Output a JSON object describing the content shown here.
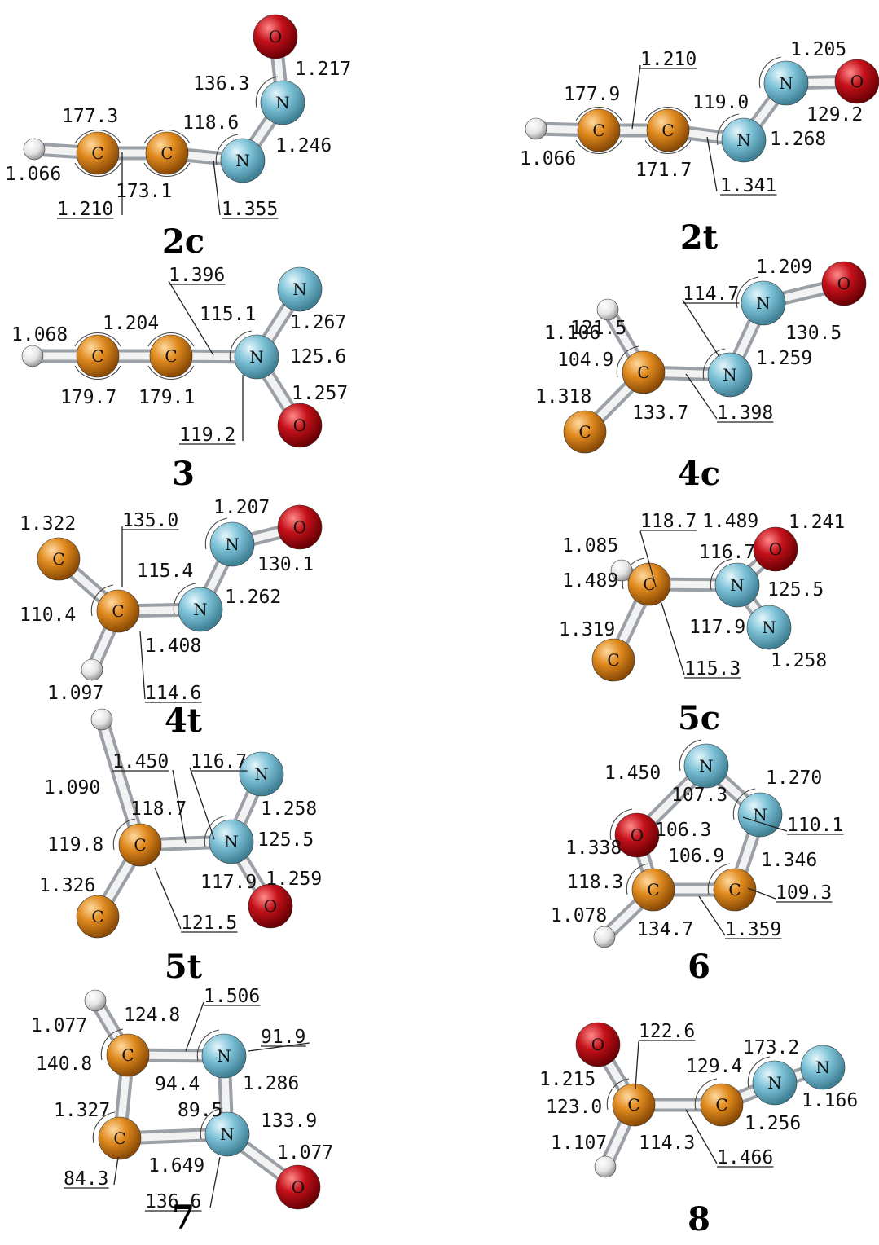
{
  "colors": {
    "C": "#e08a1e",
    "N": "#7fc3d8",
    "O": "#c4111a",
    "H": "#e8e8e8"
  },
  "molecules": [
    {
      "name": "2c",
      "labels": [
        "177.3",
        "1.066",
        "173.1",
        "1.210",
        "118.6",
        "1.355",
        "136.3",
        "1.217",
        "1.246"
      ]
    },
    {
      "name": "2t",
      "labels": [
        "177.9",
        "1.066",
        "1.210",
        "171.7",
        "119.0",
        "1.341",
        "1.205",
        "129.2",
        "1.268"
      ]
    },
    {
      "name": "3",
      "labels": [
        "1.068",
        "1.204",
        "179.7",
        "179.1",
        "1.396",
        "115.1",
        "1.267",
        "125.6",
        "1.257",
        "119.2"
      ]
    },
    {
      "name": "4c",
      "labels": [
        "1.106",
        "121.5",
        "104.9",
        "1.318",
        "133.7",
        "1.398",
        "114.7",
        "1.209",
        "130.5",
        "1.259"
      ]
    },
    {
      "name": "4t",
      "labels": [
        "1.322",
        "135.0",
        "1.207",
        "110.4",
        "115.4",
        "130.1",
        "1.262",
        "1.408",
        "1.097",
        "114.6"
      ]
    },
    {
      "name": "5c",
      "labels": [
        "118.7",
        "1.489",
        "1.241",
        "1.085",
        "116.7",
        "1.489",
        "125.5",
        "1.319",
        "117.9",
        "115.3",
        "1.258"
      ]
    },
    {
      "name": "5t",
      "labels": [
        "1.450",
        "116.7",
        "1.090",
        "118.7",
        "1.258",
        "119.8",
        "125.5",
        "1.326",
        "117.9",
        "1.259",
        "121.5"
      ]
    },
    {
      "name": "6",
      "labels": [
        "1.450",
        "1.270",
        "107.3",
        "106.3",
        "110.1",
        "1.338",
        "106.9",
        "1.346",
        "118.3",
        "109.3",
        "1.078",
        "134.7",
        "1.359"
      ]
    },
    {
      "name": "7",
      "labels": [
        "1.077",
        "124.8",
        "1.506",
        "91.9",
        "140.8",
        "94.4",
        "1.286",
        "1.327",
        "89.5",
        "133.9",
        "1.077",
        "84.3",
        "1.649",
        "136.6"
      ]
    },
    {
      "name": "8",
      "labels": [
        "122.6",
        "173.2",
        "1.215",
        "129.4",
        "123.0",
        "1.166",
        "1.256",
        "1.107",
        "114.3",
        "1.466"
      ]
    }
  ]
}
